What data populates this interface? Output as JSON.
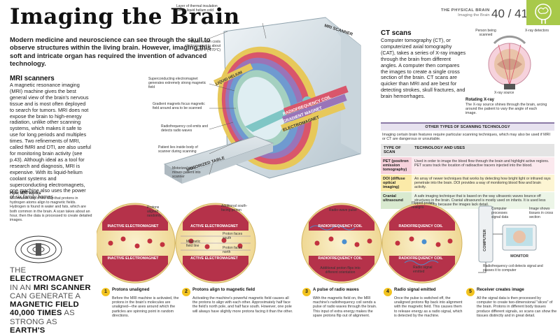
{
  "header": {
    "title": "Imaging the Brain",
    "running_section": "THE PHYSICAL BRAIN",
    "running_subsection": "Imaging the Brain",
    "page_numbers": "40 / 41"
  },
  "intro": "Modern medicine and neuroscience can see through the skull to observe structures within the living brain. However, imaging this soft and intricate organ has required the invention of advanced technology.",
  "mri_section": {
    "heading": "MRI scanners",
    "body": "A magnetic resonance imaging (MRI) machine gives the best general view of the brain's nervous tissue and is most often deployed to search for tumors. MRI does not expose the brain to high-energy radiation, unlike other scanning systems, which makes it safe to use for long periods and multiples times. Two refinements of MRI, called fMRI and DTI, are also useful for monitoring brain activity (see p.43). Although ideal as a tool for research and diagnosis, MRI is expensive. With its liquid-helium coolant systems and superconducting electromagnets, one machine also uses the power of six family homes."
  },
  "how_mri_works": {
    "heading": "How MRI works",
    "body": "MRI makes use of the way that protons in hydrogen atoms align to magnetic fields. Hydrogen is found in water and fats, which are both common in the brain. A scan takes about an hour, then the data is processed to create detailed images."
  },
  "quote": {
    "parts": [
      "THE ",
      "ELECTROMAGNET",
      " IN AN ",
      "MRI SCANNER",
      " CAN GENERATE A ",
      "MAGNETIC FIELD 40,000 TIMES",
      " AS STRONG AS ",
      "EARTH'S"
    ]
  },
  "diagram_labels": {
    "thermal": "Layer of thermal insulation keeps liquid helium cold",
    "mri_scanner": "MRI SCANNER",
    "helium_cools": "Liquid helium cools electromagnet to about -453°F (-270°C)",
    "liquid_helium": "LIQUID HELIUM",
    "superconducting": "Superconducting electromagnet generates extremely strong magnetic field",
    "gradient": "Gradient magnets focus magnetic field around area to be scanned",
    "rf_coil": "Radiofrequency coil emits and detects radio waves",
    "rf_coil_band": "RADIOFREQUENCY COIL",
    "gradient_band": "GRADIENT MAGNET",
    "electromagnet_band": "ELECTROMAGNET",
    "patient_lies": "Patient lies inside body of scanner during scanning",
    "motorized": "Motorized table moves patient into scanner",
    "motorized_table": "MOTORIZED TABLE"
  },
  "ct_section": {
    "heading": "CT scans",
    "body": "Computer tomography (CT), or computerized axial tomography (CAT), takes a series of X-ray images through the brain from different angles. A computer then compares the images to create a single cross section of the brain. CT scans are quicker than MRI and are best for detecting strokes, skull fractures, and brain hemorrhages.",
    "person_label": "Person being scanned",
    "detector_label": "X-ray detectors",
    "source_label": "X-ray source",
    "rot_heading": "Rotating X-ray",
    "rot_body": "The X-ray source shines through the brain, arcing around the patient to vary the angle of each image."
  },
  "table": {
    "title": "OTHER TYPES OF SCANNING TECHNOLOGY",
    "intro": "Imaging certain brain features require particular scanning techniques, which may also be used if MRI or CT are dangerous or unsuitable.",
    "col1": "TYPE OF SCAN",
    "col2": "TECHNOLOGY AND USES",
    "rows": [
      {
        "type": "PET (positron emission tomography)",
        "uses": "Used in order to image the blood flow through the brain and highlight active regions. PET scans track the location of radioactive tracers injected into the blood.",
        "color": "#f6d2dc"
      },
      {
        "type": "DOI (diffuse optical imaging)",
        "uses": "An array of newer techniques that works by detecting how bright light or infrared rays penetrate into the brain. DOI provides a way of monitoring blood flow and brain activity.",
        "color": "#fbeaa8"
      },
      {
        "type": "Cranial ultrasound",
        "uses": "A safe imaging technique that is based on the way ultrasonic waves bounce off structures in the brain. Cranial ultrasound is mostly used on infants. It is used less often in adults because the images lack detail.",
        "color": "#d9ead0"
      }
    ]
  },
  "circles": {
    "c1_top": "INACTIVE ELECTROMAGNET",
    "c1_bottom": "INACTIVE ELECTROMAGNET",
    "c1_note": "Protons aligned randomly",
    "c2_top": "ACTIVE ELECTROMAGNET",
    "c2_bottom": "ACTIVE ELECTROMAGNET",
    "c2_south": "Additional south-facing proton",
    "c2_faces_south": "Proton faces south",
    "c2_field": "Magnetic field line",
    "c2_faces_north": "Proton faces north",
    "c3_top": "RADIOFREQUENCY COIL",
    "c3_bottom": "RADIOFREQUENCY COIL",
    "c3_pulse": "Radio-wave pulse",
    "c3_flip": "Additional proton flips into different orientation",
    "c4_top": "RADIOFREQUENCY COIL",
    "c4_bottom": "RADIOFREQUENCY COIL",
    "c4_realigns": "Flipped proton realigns",
    "c4_signal": "Radio signal emitted",
    "computer_processes": "Computer processes signal data",
    "image_shows": "Image shows tissues in cross section",
    "computer": "COMPUTER",
    "monitor": "MONITOR",
    "rf_detects": "Radiofrequency coil detects signal and passes it to computer"
  },
  "steps": [
    {
      "num": "1",
      "heading": "Protons unaligned",
      "body": "Before the MRI machine is activated, the protons in the brain's molecules are unaligned—the axes around which the particles are spinning point in random directions."
    },
    {
      "num": "2",
      "heading": "Protons align to magnetic field",
      "body": "Activating the machine's powerful magnetic field causes all the protons to align with each other. Approximately half face the field's north pole, and half face south. However, one pole will always have slightly more protons facing it than the other."
    },
    {
      "num": "3",
      "heading": "A pulse of radio waves",
      "body": "With the magnetic field on, the MRI machine's radiofrequency coil sends a pulse of radio waves through the brain. This input of extra energy makes the spare protons flip out of alignment."
    },
    {
      "num": "4",
      "heading": "Radio signal emitted",
      "body": "Once the pulse is switched off, the unaligned protons flip back into alignment with the magnetic field. This causes them to release energy as a radio signal, which is detected by the machine."
    },
    {
      "num": "5",
      "heading": "Receiver creates image",
      "body": "All the signal data is then processed by computer to create two-dimensional \"slices\" of the brain. Protons in different body tissues produce different signals, so scans can show the tissues distinctly and in great detail."
    }
  ]
}
